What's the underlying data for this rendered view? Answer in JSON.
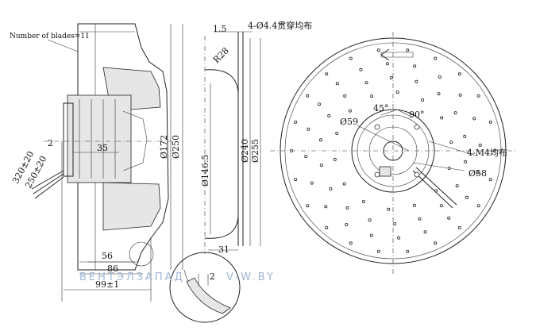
{
  "labels": {
    "blades": "Number of blades=11",
    "d172": "Ø172",
    "d250": "Ø250",
    "d146": "Ø146.5",
    "d240": "Ø240",
    "d255": "Ø255",
    "dim15": "1.5",
    "holes": "4-Ø4.4贯穿均布",
    "r28": "R28",
    "dim2": "2",
    "dim35": "35",
    "dim320": "320±20",
    "dim250": "250±20",
    "dim56": "56",
    "dim86": "86",
    "dim99": "99±1",
    "dim31": "31",
    "detail2": "2",
    "a45": "45°",
    "a90": "90°",
    "d59": "Ø59",
    "m4": "4-M4均布",
    "d58": "Ø58"
  },
  "watermark": {
    "left": "ВЕНТЭЛЗАПАД",
    "right": "V-W.BY"
  },
  "colors": {
    "line": "#222222",
    "watermark": "#9fb6d6"
  }
}
